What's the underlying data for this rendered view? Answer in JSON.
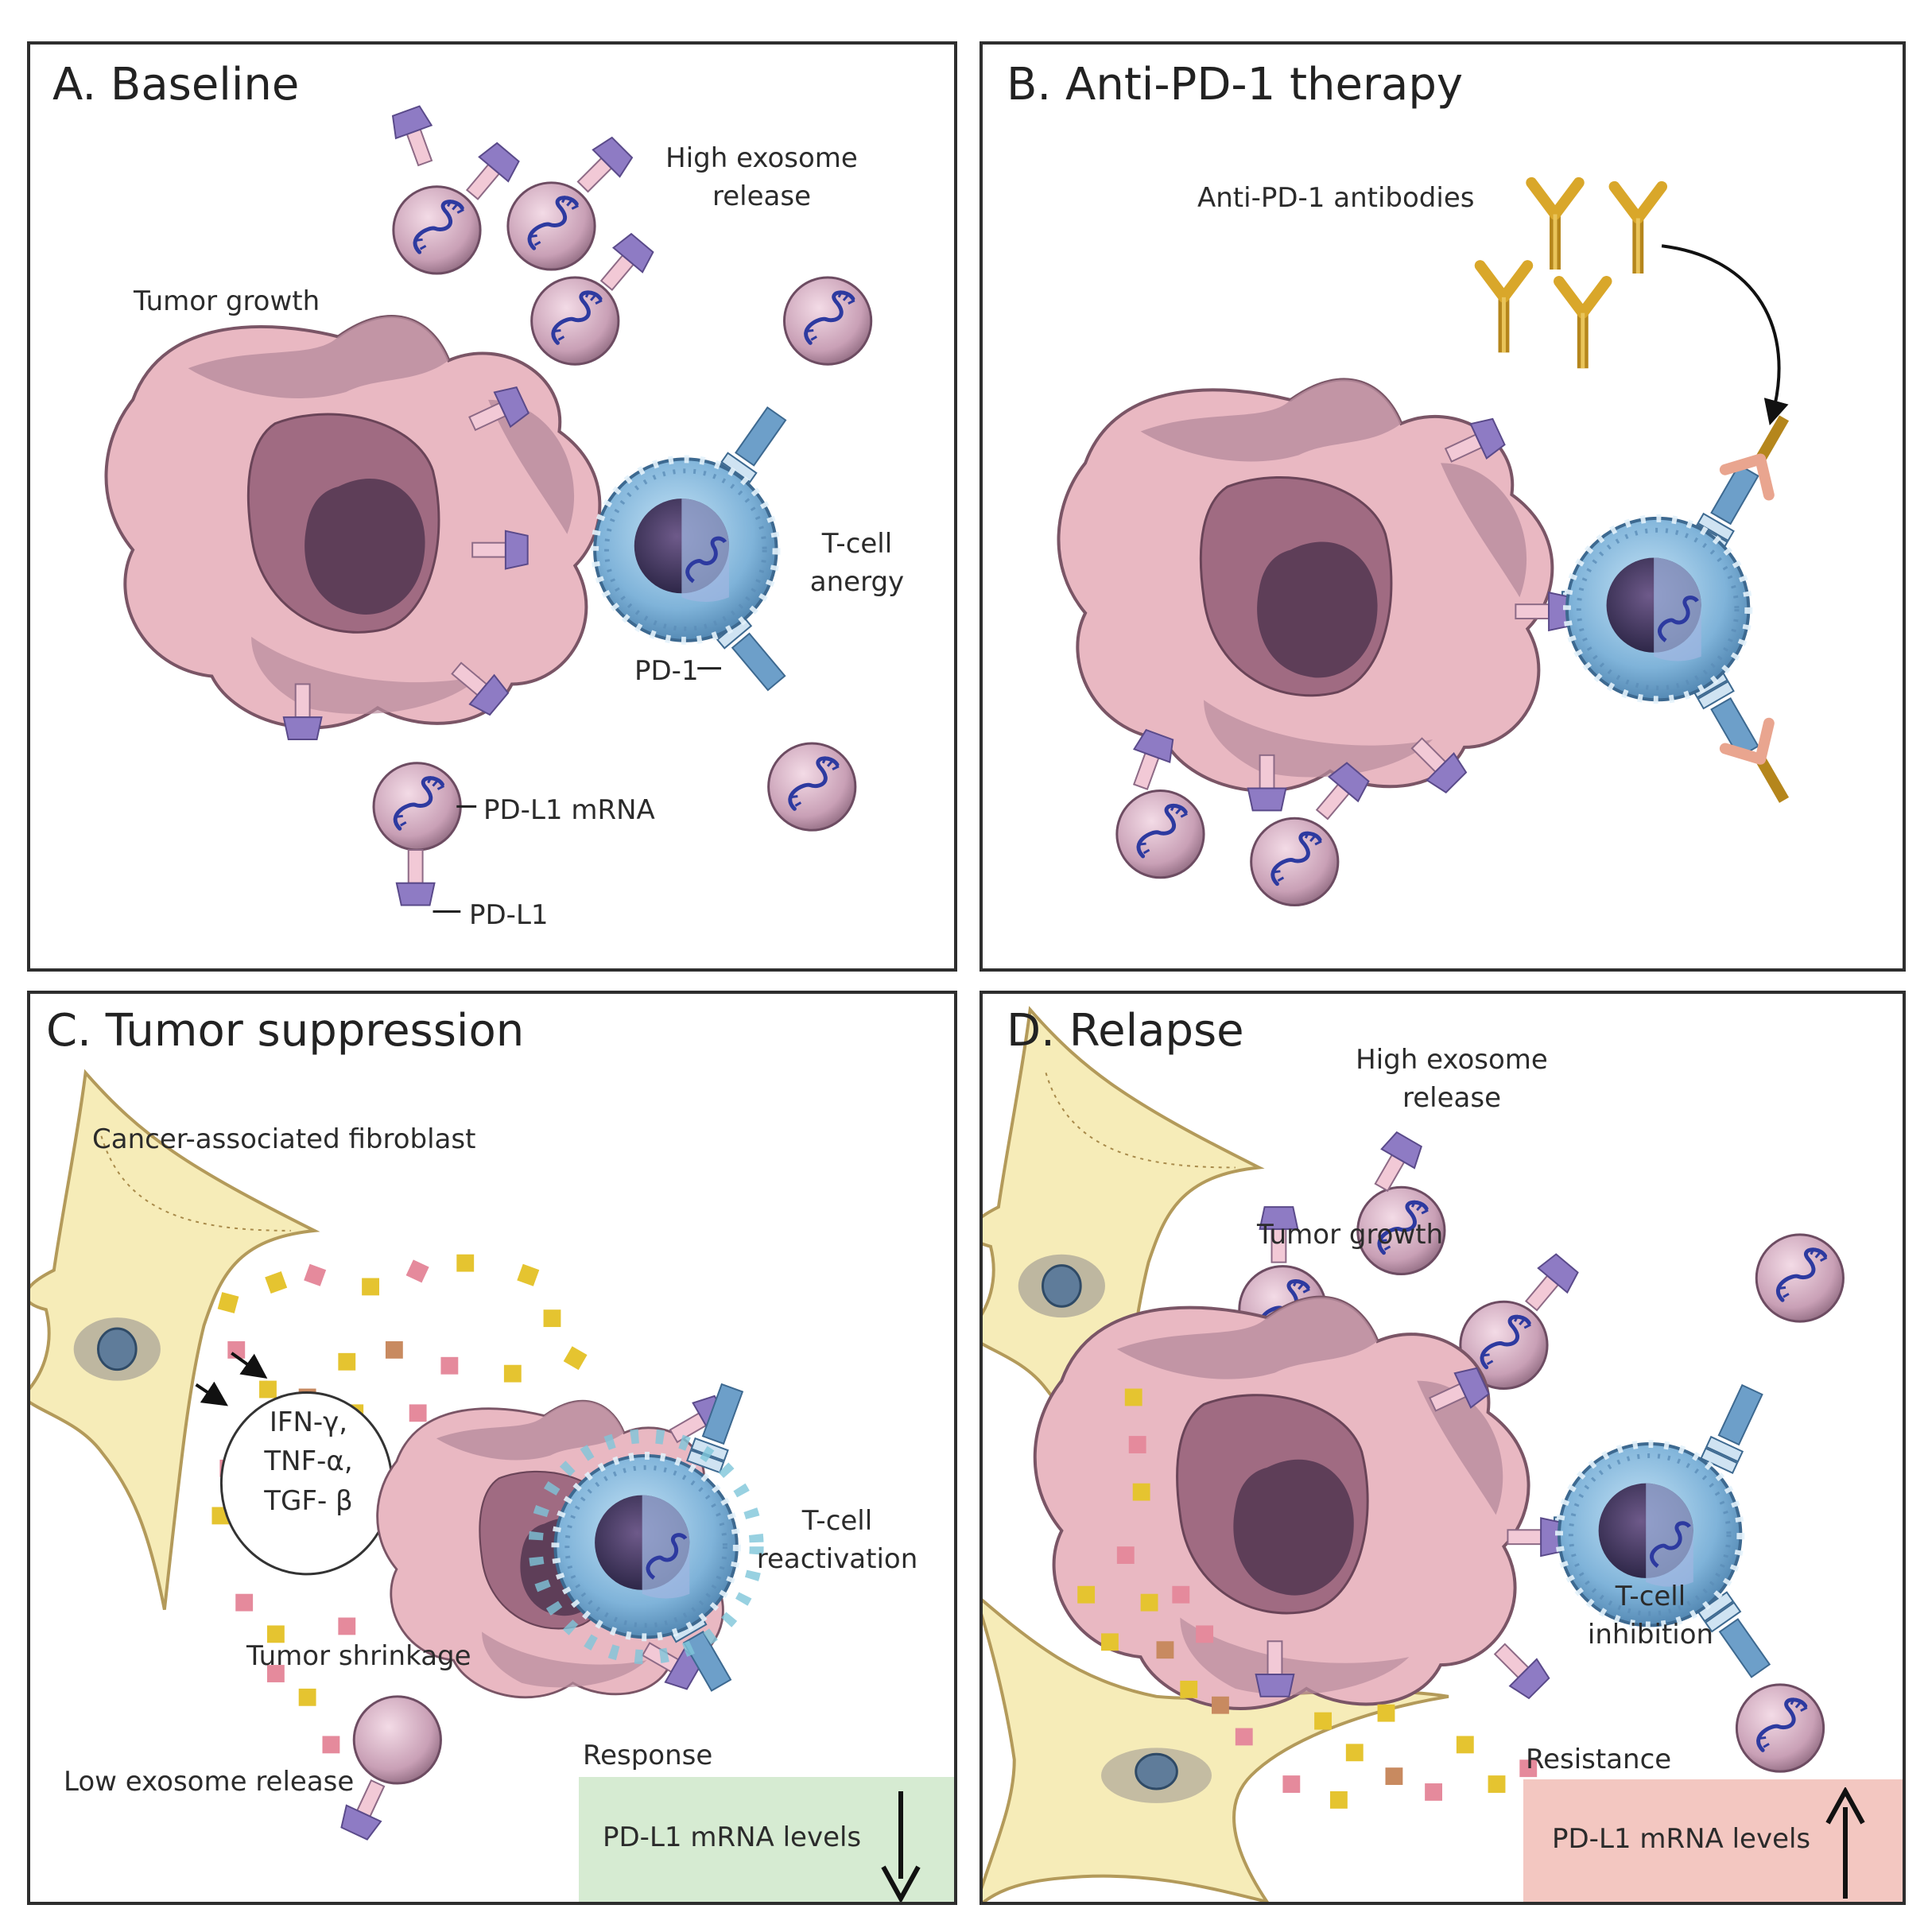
{
  "panels": {
    "a": {
      "title": "A. Baseline",
      "high_exosome": "High exosome release",
      "tumor_growth": "Tumor growth",
      "t_cell": "T-cell anergy",
      "pd1": "PD-1",
      "pdl1_mrna": "PD-L1 mRNA",
      "pdl1": "PD-L1"
    },
    "b": {
      "title": "B. Anti-PD-1 therapy",
      "antibodies": "Anti-PD-1 antibodies"
    },
    "c": {
      "title": "C. Tumor suppression",
      "caf": "Cancer-associated fibroblast",
      "cytokines": [
        "IFN-γ,",
        "TNF-α,",
        "TGF- β"
      ],
      "t_cell": "T-cell reactivation",
      "shrinkage": "Tumor shrinkage",
      "low_exosome": "Low exosome release",
      "response": "Response",
      "mrna_levels": "PD-L1 mRNA levels"
    },
    "d": {
      "title": "D. Relapse",
      "high_exosome": "High exosome release",
      "tumor_growth": "Tumor growth",
      "t_cell": "T-cell inhibition",
      "resistance": "Resistance",
      "mrna_levels": "PD-L1 mRNA levels"
    }
  },
  "colors": {
    "tumor": "#e9b8c2",
    "tumor_dark": "#a4758a",
    "tcell": "#7fb3d9",
    "exosome": "#c9a0b6",
    "antibody": "#d9a72a",
    "fibroblast": "#f6ecb8",
    "response_bg": "#d6ebd2",
    "resistance_bg": "#f3c7c1"
  }
}
